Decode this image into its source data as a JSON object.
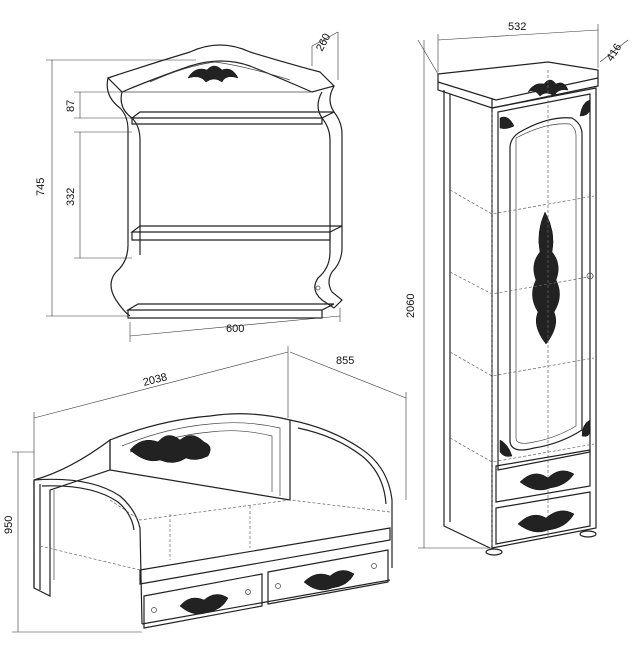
{
  "dimensions": {
    "shelf": {
      "top_gap": "87",
      "middle_gap": "332",
      "height": "745",
      "width": "600",
      "depth": "260"
    },
    "wardrobe": {
      "width": "532",
      "depth": "416",
      "height": "2060"
    },
    "bed": {
      "length": "2038",
      "depth": "855",
      "height": "950"
    }
  }
}
